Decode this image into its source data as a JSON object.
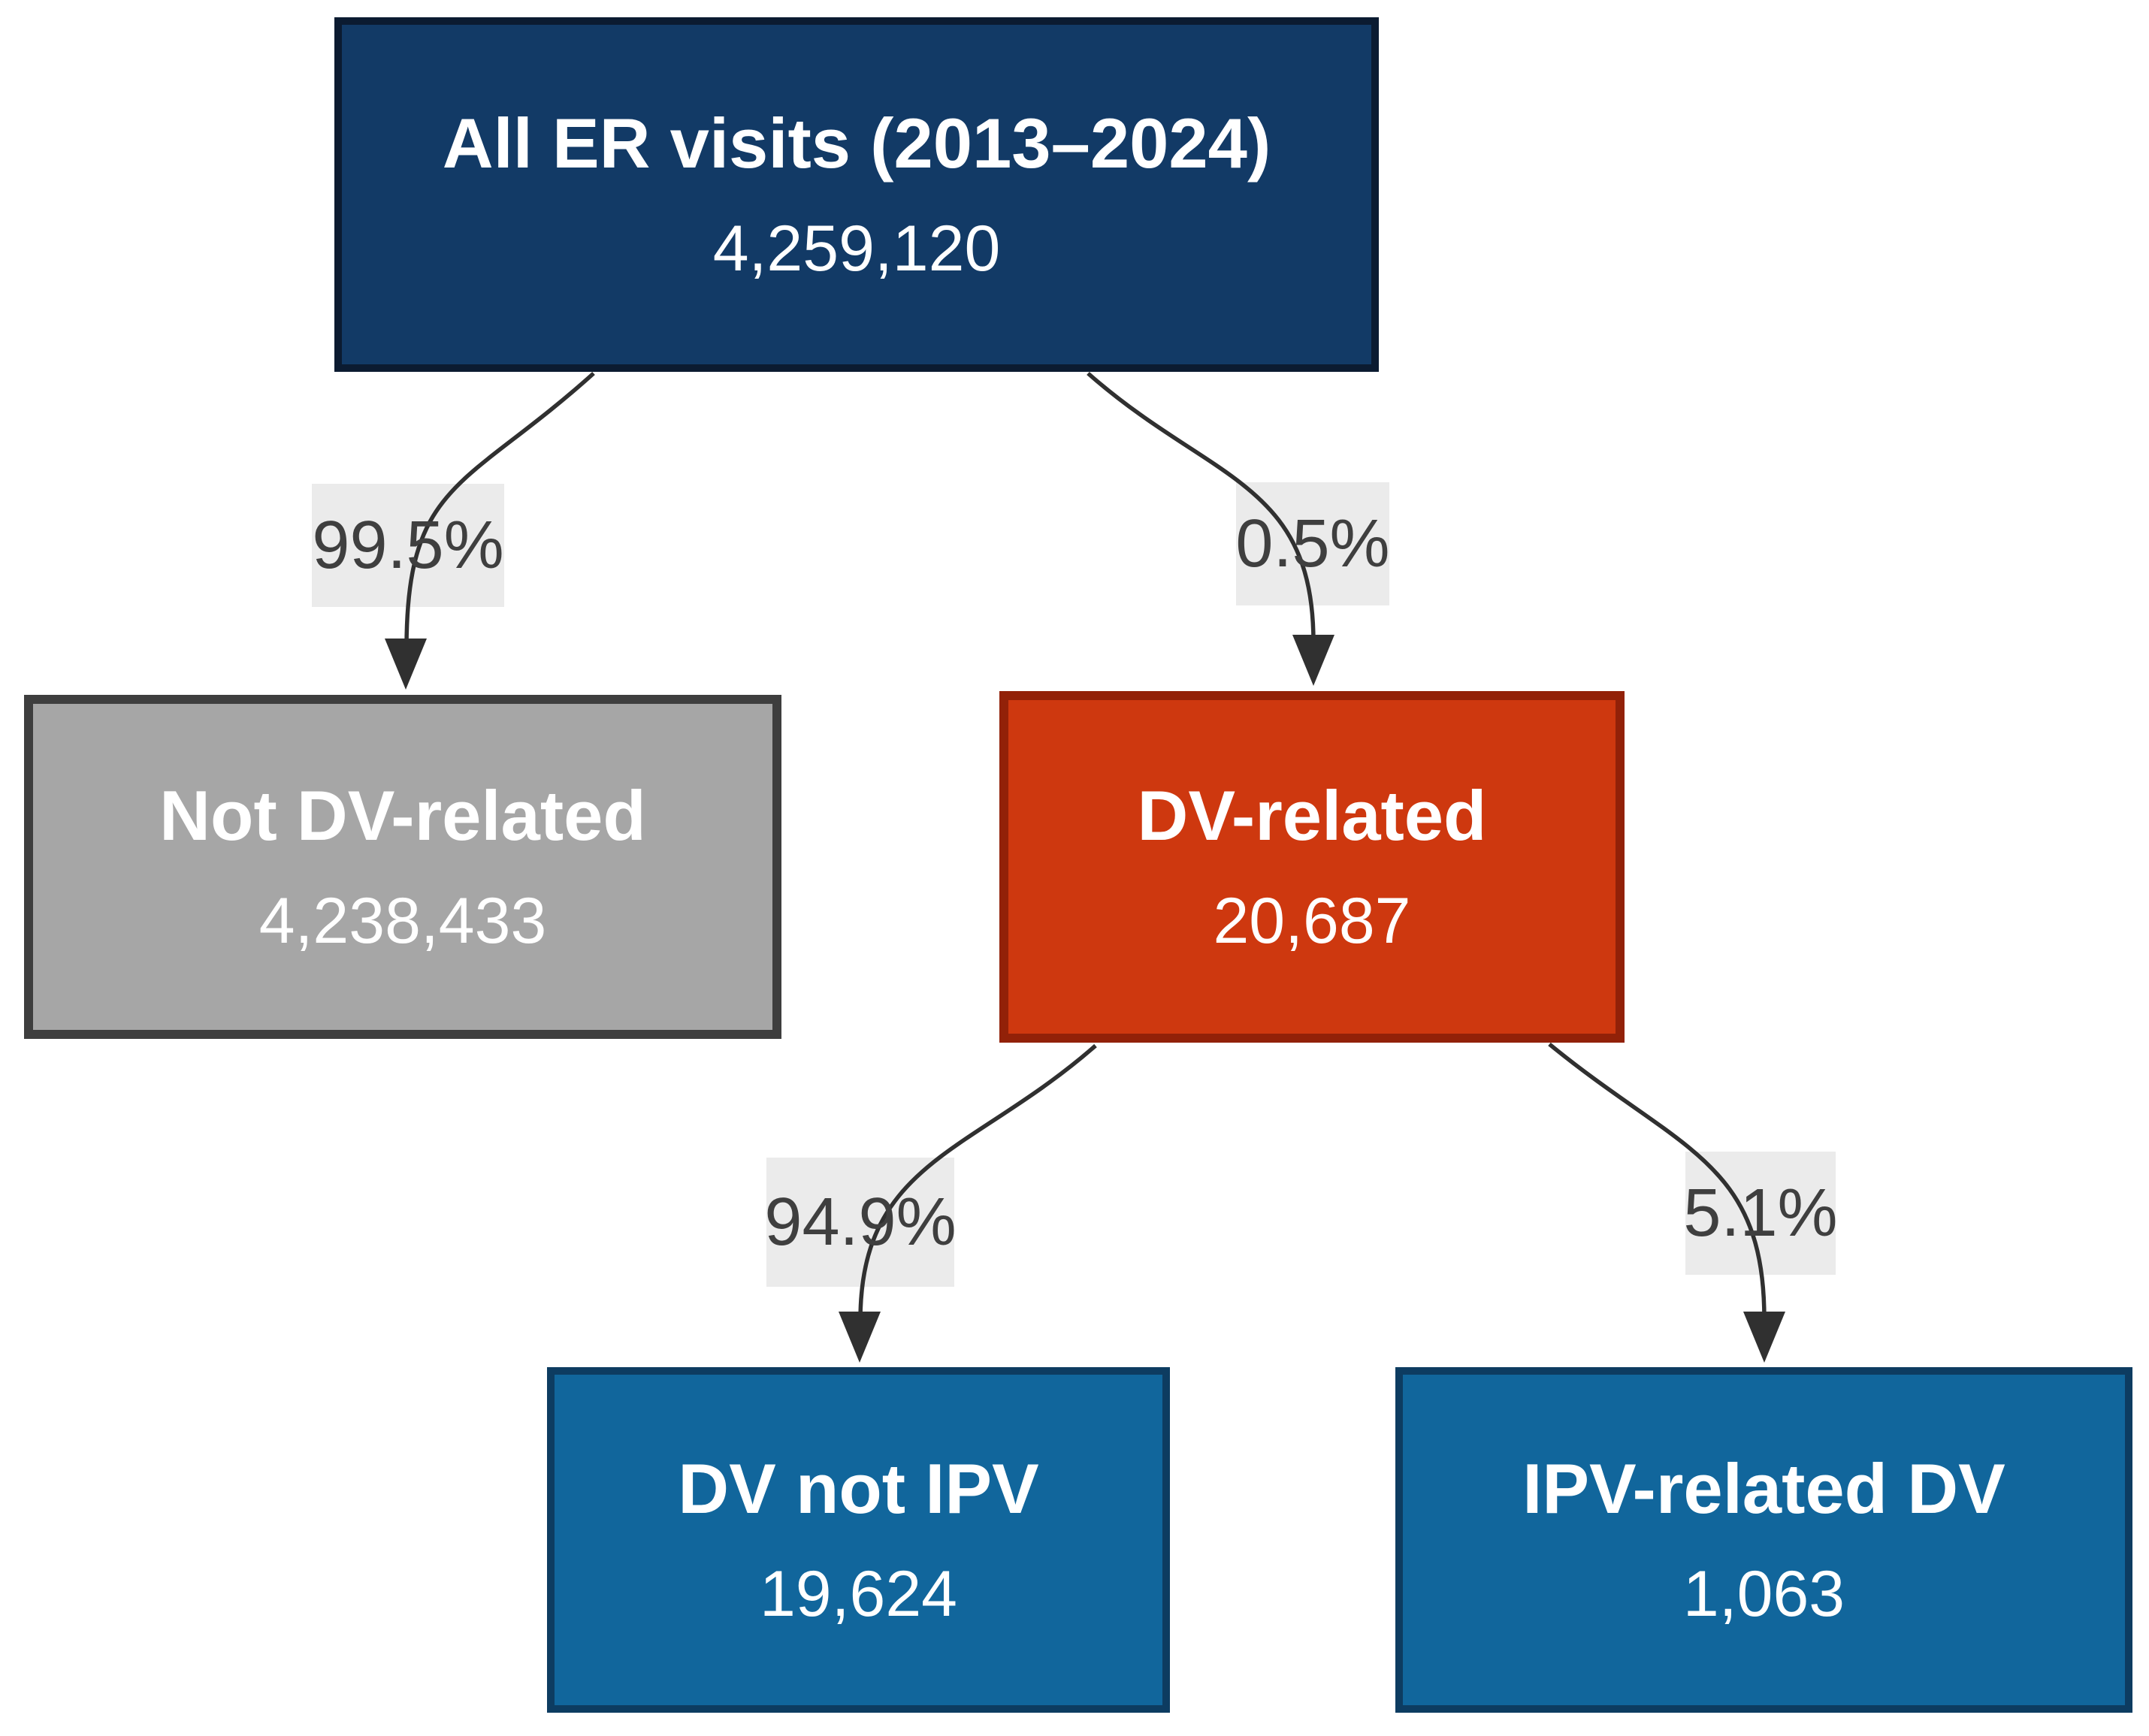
{
  "diagram_title": "ER visits DV / IPV breakdown flow",
  "colors": {
    "root_fill": "#123A66",
    "root_border": "#0B1B31",
    "gray_fill": "#A6A6A6",
    "gray_border": "#3E3E3E",
    "red_fill": "#CE380F",
    "red_border": "#922108",
    "blue_fill": "#11669C",
    "blue_border": "#0D3C61",
    "pct_label_bg": "#EBEBEB",
    "pct_label_text": "#3F3F3F",
    "connector": "#303030",
    "node_text": "#FFFFFF"
  },
  "nodes": {
    "root": {
      "label": "All ER visits (2013–2024)",
      "value": "4,259,120"
    },
    "not_dv": {
      "label": "Not DV-related",
      "value": "4,238,433"
    },
    "dv": {
      "label": "DV-related",
      "value": "20,687"
    },
    "dv_not_ipv": {
      "label": "DV not IPV",
      "value": "19,624"
    },
    "ipv_dv": {
      "label": "IPV-related DV",
      "value": "1,063"
    }
  },
  "edges": {
    "root_to_not_dv": {
      "pct": "99.5%"
    },
    "root_to_dv": {
      "pct": "0.5%"
    },
    "dv_to_dv_not_ipv": {
      "pct": "94.9%"
    },
    "dv_to_ipv_dv": {
      "pct": "5.1%"
    }
  }
}
